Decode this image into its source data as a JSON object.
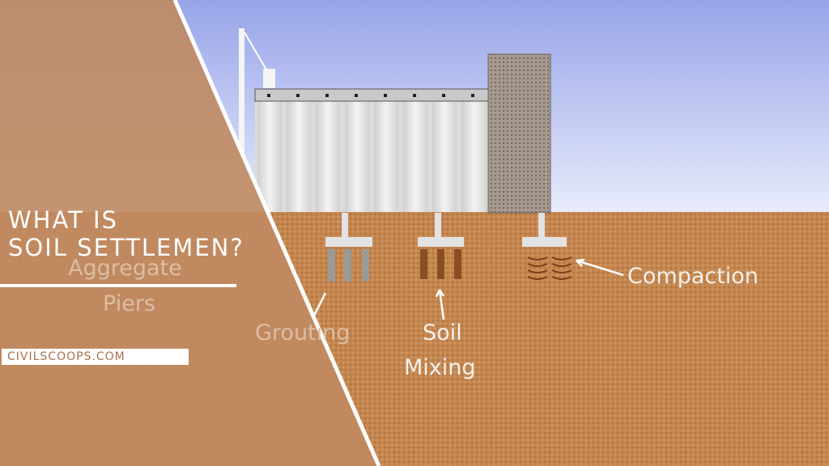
{
  "headline": {
    "line1": "WHAT IS",
    "line2": "SOIL SETTLEMEN?"
  },
  "website": "CIVILSCOOPS.COM",
  "diagram_labels": {
    "aggregate_piers": [
      "Aggregate",
      "Piers"
    ],
    "grouting": "Grouting",
    "soil_mixing": [
      "Soil",
      "Mixing"
    ],
    "compaction": "Compaction"
  },
  "colors": {
    "overlay": "#c08a62",
    "sky_top": "#9aa6e8",
    "sky_bottom": "#e4e8fb",
    "soil": "#c4864f",
    "wall": "#e6e6e6"
  }
}
